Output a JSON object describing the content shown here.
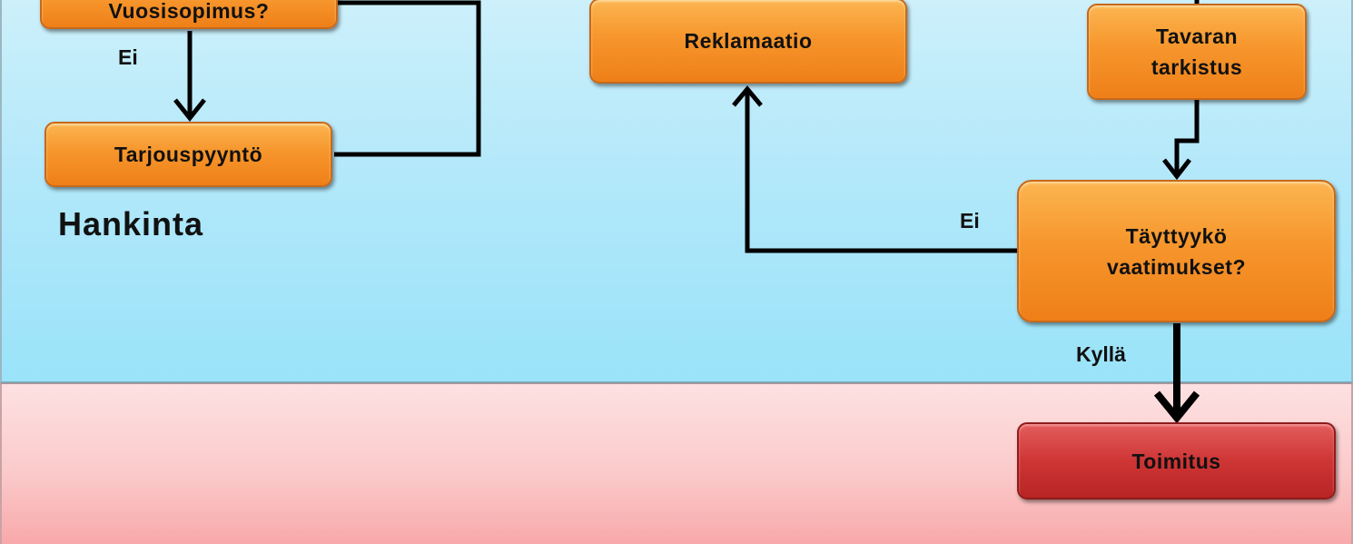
{
  "lanes": {
    "top_title": "Hankinta"
  },
  "nodes": {
    "vuosisopimus": "Vuosisopimus?",
    "tarjouspyynto": "Tarjouspyyntö",
    "reklamaatio": "Reklamaatio",
    "tavaran_tarkistus_line1": "Tavaran",
    "tavaran_tarkistus_line2": "tarkistus",
    "vaatimukset_line1": "Täyttyykö",
    "vaatimukset_line2": "vaatimukset?",
    "toimitus": "Toimitus"
  },
  "edge_labels": {
    "ei_left": "Ei",
    "ei_right": "Ei",
    "kylla": "Kyllä"
  },
  "colors": {
    "process_box": "#f6962c",
    "delivery_box": "#cf3535",
    "top_lane": "#b3e8fa",
    "bottom_lane": "#fbcacb",
    "connector": "#000000"
  }
}
